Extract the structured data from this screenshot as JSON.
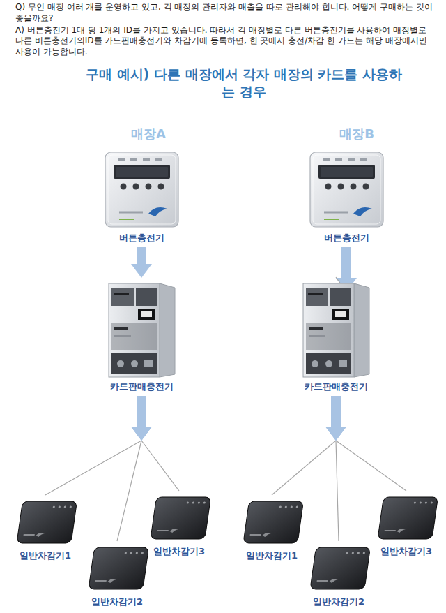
{
  "diagram": {
    "title": "구매 예시) 다른 매장에서 각자 매장의 카드를 사용하는 경우",
    "nodes": [
      {
        "text": [
          "버튼충전기"
        ]
      },
      {
        "text": [
          "카드판매충전기"
        ]
      },
      {
        "text": [
          "일반차감기1"
        ]
      },
      {
        "text": [
          "일반차감기2"
        ]
      },
      {
        "text": [
          "일반차감기3"
        ]
      },
      {
        "text": [
          "버튼충전기"
        ]
      },
      {
        "text": [
          "카드판매충전기"
        ]
      },
      {
        "text": [
          "일반차감기1"
        ]
      },
      {
        "text": [
          "일반차감기2"
        ]
      },
      {
        "text": [
          "일반차감기3"
        ]
      }
    ],
    "edges": [
      {
        "from": 0,
        "to": 1,
        "arrow": "to"
      },
      {
        "from": 1,
        "to": 2,
        "arrow": "to"
      },
      {
        "from": 1,
        "to": 3,
        "arrow": "to"
      },
      {
        "from": 1,
        "to": 4,
        "arrow": "to"
      },
      {
        "from": 5,
        "to": 6,
        "arrow": "to"
      },
      {
        "from": 6,
        "to": 7,
        "arrow": "to"
      },
      {
        "from": 6,
        "to": 8,
        "arrow": "to"
      },
      {
        "from": 6,
        "to": 9,
        "arrow": "to"
      }
    ],
    "labels": [
      "Q) 무인 매장 여러 개를 운영하고 있고, 각 매장의 관리자와 매출을 따로 관리해야 합니다. 어떻게 구매하는 것이 좋을까요?",
      "A) 버튼충전기 1대 당 1개의 ID를 가지고 있습니다. 따라서 각 매장별로 다른 버튼충전기를 사용하여 매장별로 다른 버튼충전기의ID를 카드판매충전기와 차감기에 등록하면, 한 곳에서 충전/차감 한 카드는 해당 매장에서만 사용이 가능합니다.",
      "매장A",
      "매장B"
    ]
  }
}
